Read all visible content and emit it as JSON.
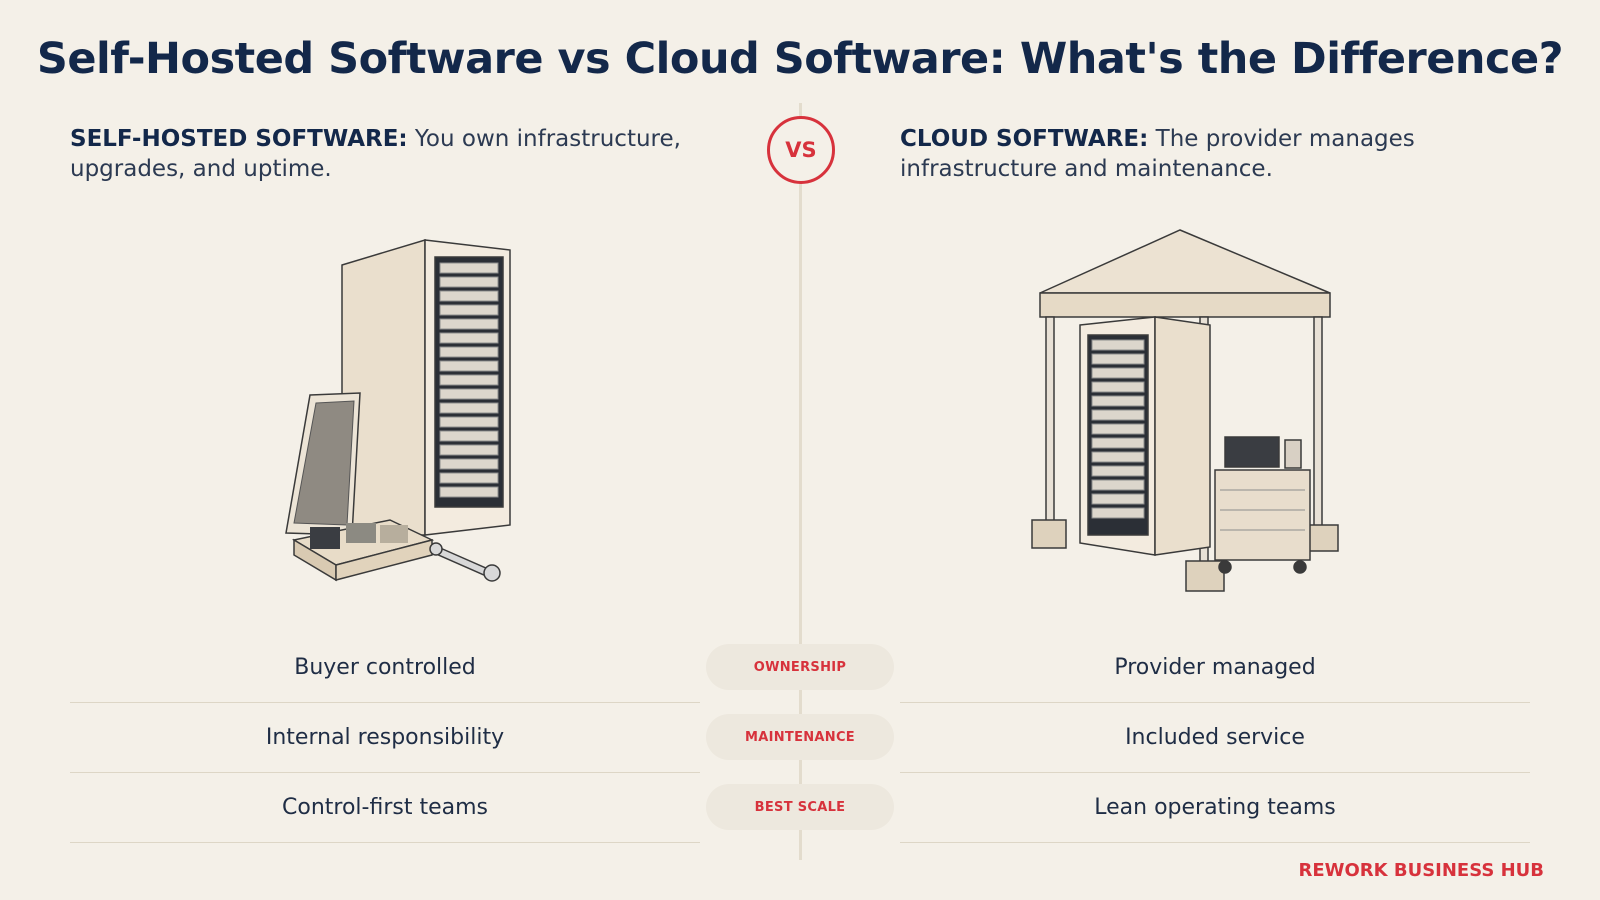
{
  "title": "Self-Hosted Software vs Cloud Software: What's the Difference?",
  "vs_label": "VS",
  "left": {
    "heading": "SELF-HOSTED SOFTWARE:",
    "text": " You own infrastructure, upgrades, and uptime.",
    "illustration_icon": "server-rack-with-parts-icon"
  },
  "right": {
    "heading": "CLOUD SOFTWARE:",
    "text": " The provider manages infrastructure and maintenance.",
    "illustration_icon": "server-rack-under-canopy-icon"
  },
  "rows": [
    {
      "label": "OWNERSHIP",
      "left": "Buyer controlled",
      "right": "Provider managed"
    },
    {
      "label": "MAINTENANCE",
      "left": "Internal responsibility",
      "right": "Included service"
    },
    {
      "label": "BEST SCALE",
      "left": "Control-first teams",
      "right": "Lean operating teams"
    }
  ],
  "brand": "REWORK BUSINESS HUB",
  "colors": {
    "accent": "#d7323c",
    "navy": "#13284a",
    "background": "#f4f0e8"
  }
}
